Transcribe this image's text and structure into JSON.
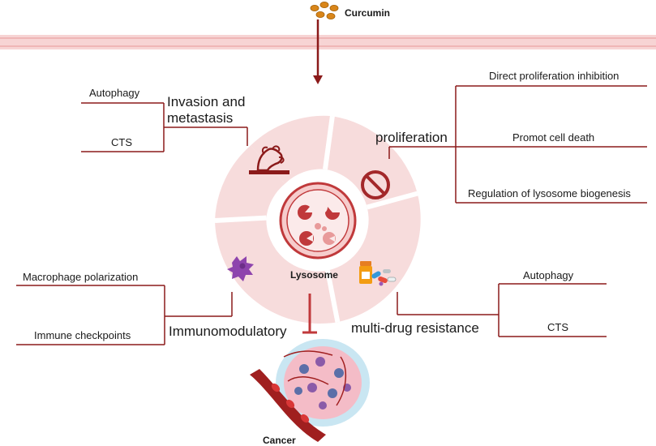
{
  "top": {
    "molecule": "Curcumin"
  },
  "center": {
    "organelle": "Lysosome"
  },
  "bottom": {
    "target": "Cancer"
  },
  "sections": {
    "invasion": {
      "title_line1": "Invasion and",
      "title_line2": "metastasis",
      "items": [
        "Autophagy",
        "CTS"
      ]
    },
    "proliferation": {
      "title": "proliferation",
      "items": [
        "Direct proliferation inhibition",
        "Promot cell death",
        "Regulation of lysosome biogenesis"
      ]
    },
    "immuno": {
      "title": "Immunomodulatory",
      "items": [
        "Macrophage polarization",
        "Immune checkpoints"
      ]
    },
    "mdr": {
      "title": "multi-drug resistance",
      "items": [
        "Autophagy",
        "CTS"
      ]
    }
  },
  "colors": {
    "line": "#8b1a1a",
    "ring": "#f7dcdc",
    "membrane": "#f2c4c4",
    "accent": "#c0393b",
    "curcumin": "#d9861a"
  }
}
